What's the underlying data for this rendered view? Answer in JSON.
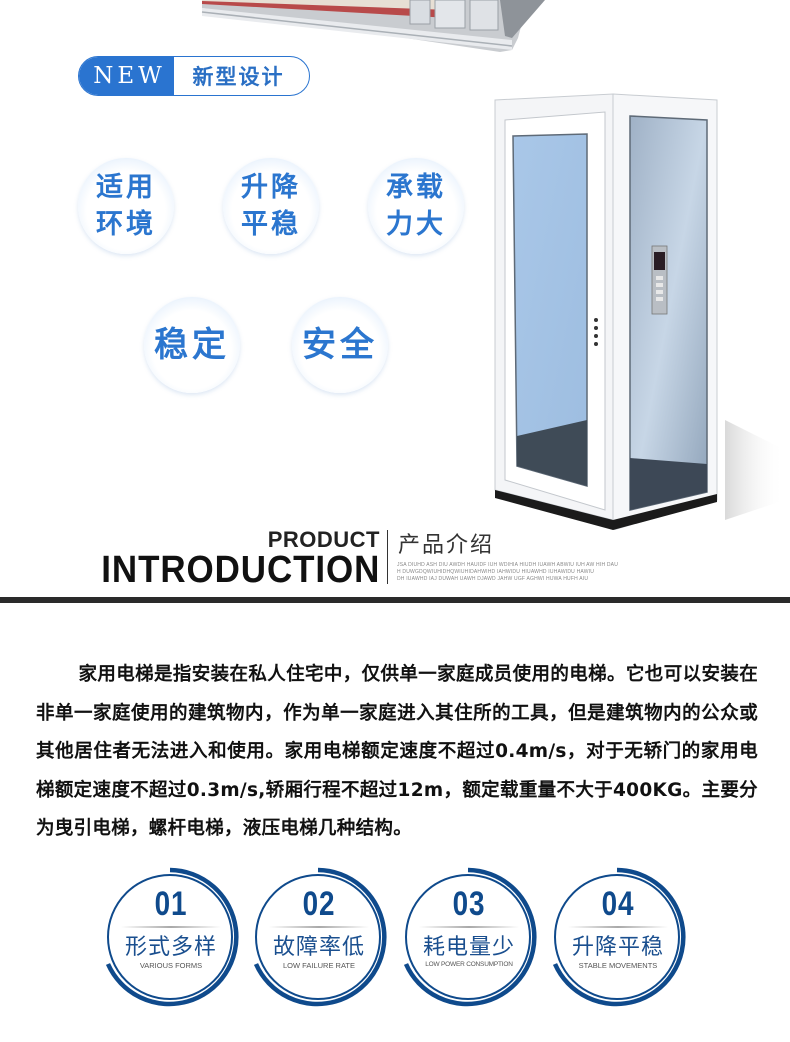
{
  "badge": {
    "left": "NEW",
    "right": "新型设计"
  },
  "features_top": [
    {
      "line1": "适用",
      "line2": "环境"
    },
    {
      "line1": "升降",
      "line2": "平稳"
    },
    {
      "line1": "承载",
      "line2": "力大"
    },
    {
      "line1": "稳定"
    },
    {
      "line1": "安全"
    }
  ],
  "intro": {
    "en_top": "PRODUCT",
    "en_bottom": "INTRODUCTION",
    "cn": "产品介绍",
    "filler": [
      "JSA DIUHD ASH DIU AWDH HAUIDF IUH WDIHIA HIUDH IUAWH ABWIU IUH AW HIH DAU",
      "H DUWGDQWIUHIDHQWIUHIDAHWIHD IAHWIDU HIUAWHD IUHAWIDU HAWIU",
      "DH IUAWHD IAJ DUWAH UAWH DJAWD JAHW UGF AGHWI HUWA HUFH AIU"
    ]
  },
  "paragraph": "家用电梯是指安装在私人住宅中，仅供单一家庭成员使用的电梯。它也可以安装在非单一家庭使用的建筑物内，作为单一家庭进入其住所的工具，但是建筑物内的公众或其他居住者无法进入和使用。家用电梯额定速度不超过0.4m/s，对于无轿门的家用电梯额定速度不超过0.3m/s,轿厢行程不超过12m，额定载重量不大于400KG。主要分为曳引电梯，螺杆电梯，液压电梯几种结构。",
  "features_bottom": [
    {
      "num": "01",
      "cn": "形式多样",
      "en": "VARIOUS FORMS"
    },
    {
      "num": "02",
      "cn": "故障率低",
      "en": "LOW FAILURE RATE"
    },
    {
      "num": "03",
      "cn": "耗电量少",
      "en": "LOW POWER CONSUMPTION"
    },
    {
      "num": "04",
      "cn": "升降平稳",
      "en": "STABLE MOVEMENTS"
    }
  ],
  "colors": {
    "accent": "#2a74d0",
    "ring": "#0f4a8c",
    "bar": "#2a2a2a"
  }
}
